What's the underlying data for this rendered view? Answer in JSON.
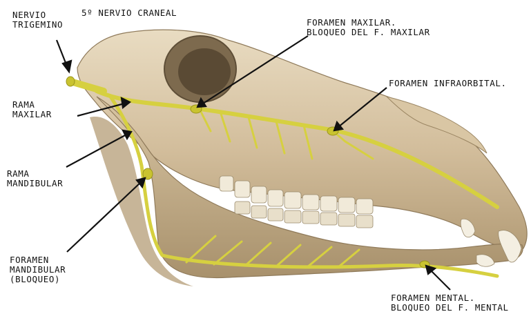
{
  "title": "5º NERVIO CRANEAL",
  "labels": {
    "nervio_trigemino": [
      "NERVIO",
      "TRIGEMINO"
    ],
    "rama_maxilar": [
      "RAMA",
      "MAXILAR"
    ],
    "rama_mandibular": [
      "RAMA",
      "MANDIBULAR"
    ],
    "foramen_mandibular": [
      "FORAMEN",
      "MANDIBULAR",
      "(BLOQUEO)"
    ],
    "foramen_maxilar": [
      "FORAMEN MAXILAR.",
      "BLOQUEO DEL F. MAXILAR"
    ],
    "foramen_infraorbital": [
      "FORAMEN INFRAORBITAL."
    ],
    "foramen_mental": [
      "FORAMEN MENTAL.",
      "BLOQUEO DEL F. MENTAL"
    ]
  },
  "colors": {
    "nerve": "#d6d040",
    "nerve_dark": "#a8a21e",
    "bone": "#cdb896",
    "bone_light": "#e6d9bf",
    "bone_dark": "#8f7a5a",
    "arrow": "#111111"
  }
}
